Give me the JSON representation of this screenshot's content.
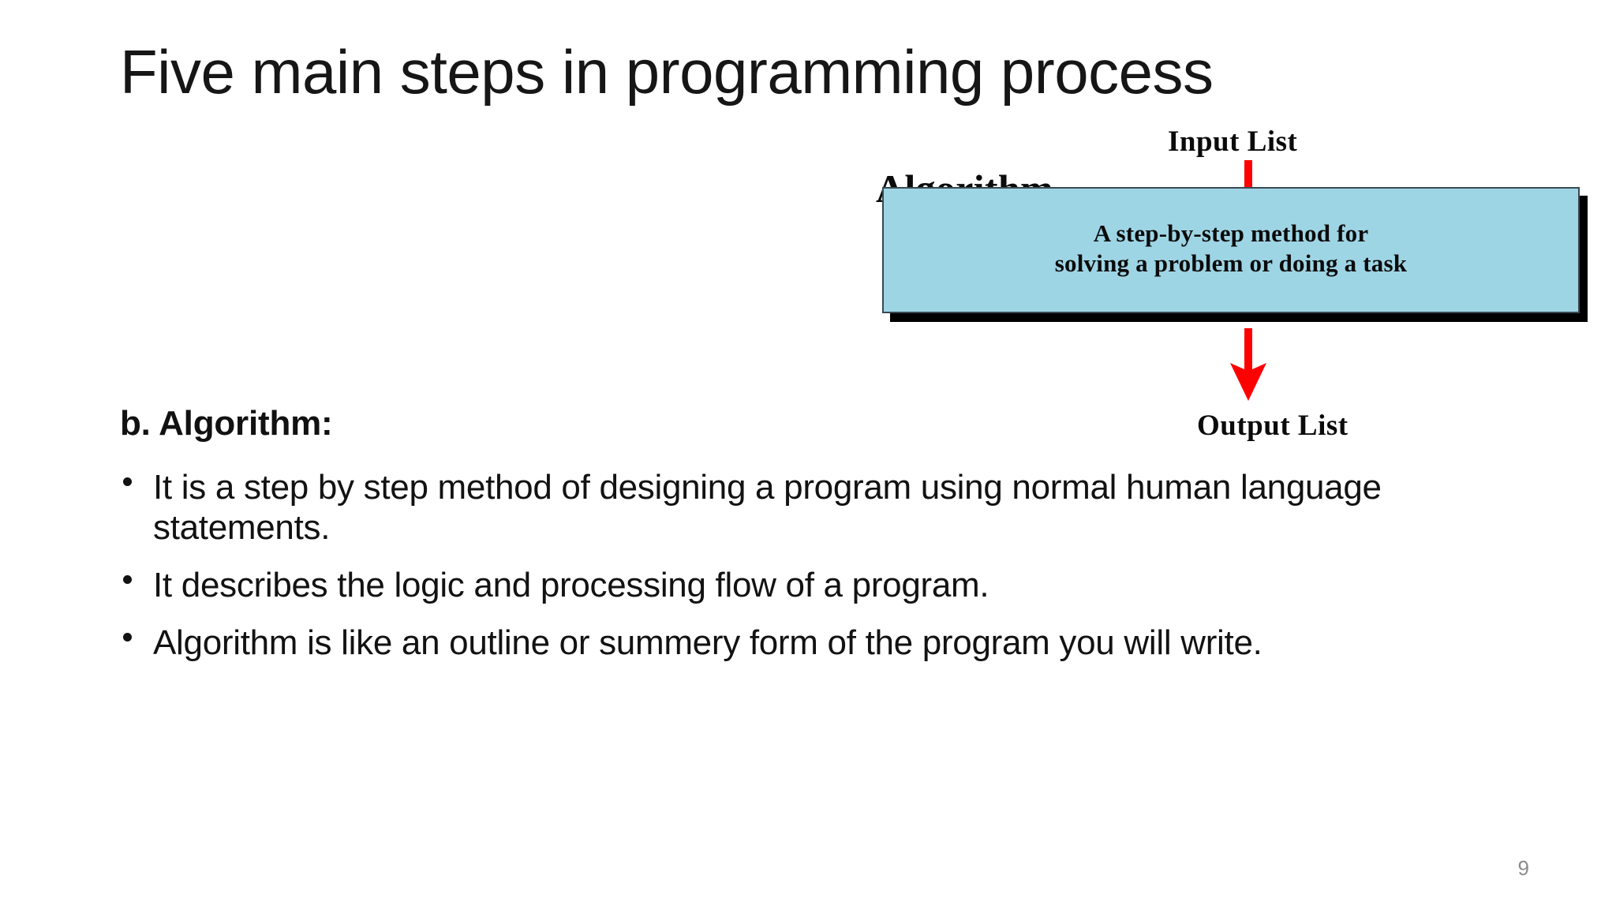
{
  "slide": {
    "title": "Five main steps in programming process",
    "page_number": "9"
  },
  "diagram": {
    "name": "algorithm-diagram",
    "input_label": "Input List",
    "algorithm_label": "Algorithm",
    "output_label": "Output List",
    "box_text_line1": "A step-by-step method for",
    "box_text_line2": "solving a problem or doing a task",
    "box_fill_color": "#9ed5e5",
    "box_border_color": "#3a4a52",
    "shadow_color": "#000000",
    "arrow_color": "#ff0000",
    "arrow_down_input": "arrow-down-icon",
    "arrow_down_output": "arrow-down-icon"
  },
  "content": {
    "heading": "b. Algorithm:",
    "bullets": [
      "It is a step by step method of designing a program using normal human language statements.",
      "It describes the logic and processing flow of a program.",
      "Algorithm is like an outline or summery form of the program you will write."
    ]
  }
}
